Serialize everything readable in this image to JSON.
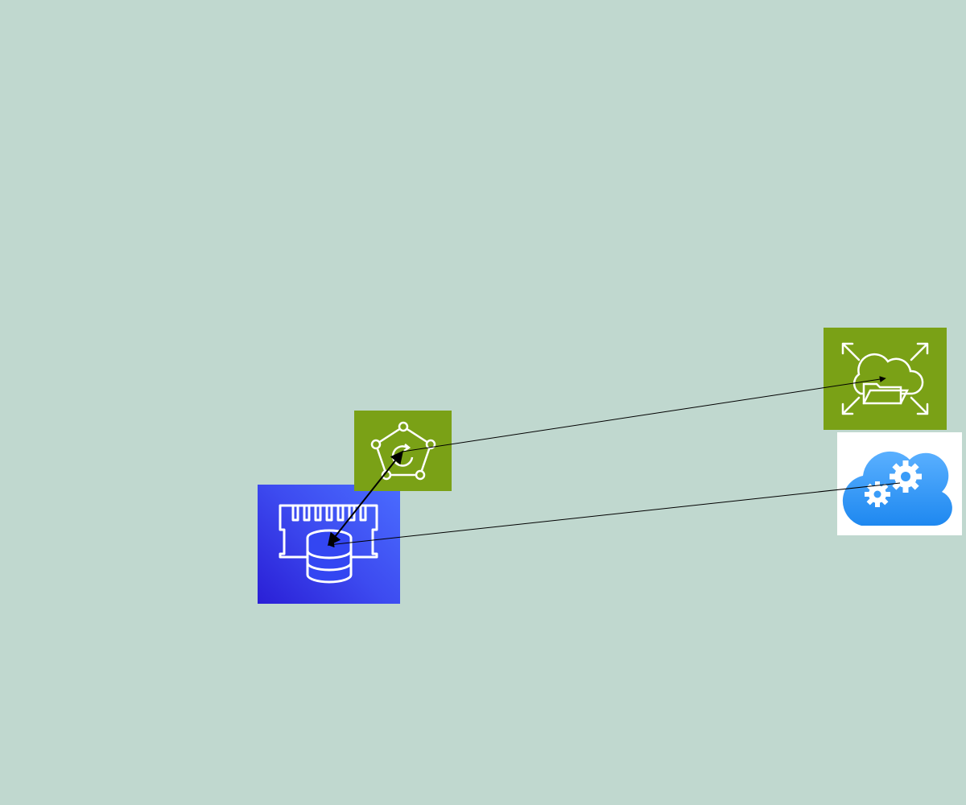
{
  "diagram": {
    "background": "#c0d8cf",
    "nodes": [
      {
        "id": "memdb",
        "icon": "in-memory-database-icon",
        "color": "#3d4bf0"
      },
      {
        "id": "mesh",
        "icon": "service-mesh-icon",
        "color": "#7aa116"
      },
      {
        "id": "elastic",
        "icon": "elastic-file-system-icon",
        "color": "#7aa116"
      },
      {
        "id": "cloud",
        "icon": "cloud-gears-icon",
        "color": "#2a8ff0"
      }
    ],
    "edges": [
      {
        "from": "memdb",
        "to": "mesh",
        "arrow_end": "both"
      },
      {
        "from": "mesh",
        "to": "elastic",
        "arrow_end": "target"
      },
      {
        "from": "memdb",
        "to": "cloud",
        "arrow_end": "source"
      }
    ]
  }
}
